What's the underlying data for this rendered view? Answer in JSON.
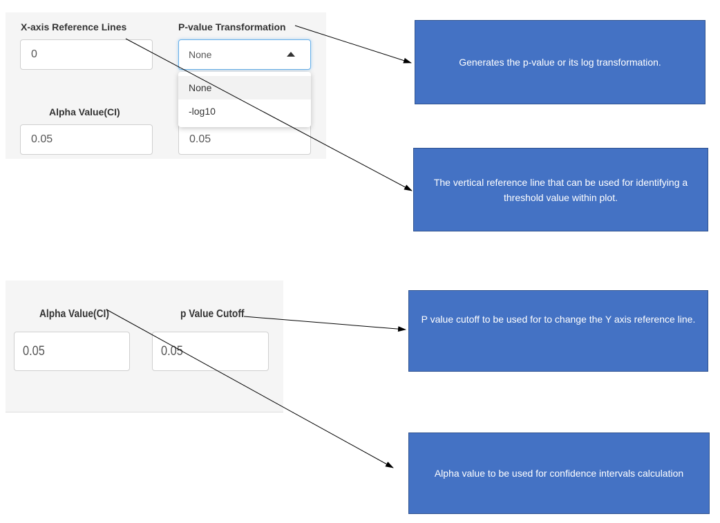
{
  "top_panel": {
    "xref_label": "X-axis Reference Lines",
    "xref_value": "0",
    "ptrans_label": "P-value Transformation",
    "ptrans_selected": "None",
    "ptrans_options": [
      "None",
      "-log10"
    ],
    "alpha_label": "Alpha Value(CI)",
    "alpha_value": "0.05",
    "cutoff_value": "0.05"
  },
  "bottom_panel": {
    "alpha_label": "Alpha Value(CI)",
    "alpha_value": "0.05",
    "cutoff_label": "p Value Cutoff",
    "cutoff_value": "0.05"
  },
  "callouts": {
    "ptrans": "Generates the p-value or its log transformation.",
    "xref": "The vertical reference line that can be used for identifying a threshold value within plot.",
    "cutoff": "P value cutoff to be used for to change the Y axis reference line.",
    "alpha": "Alpha value to be used for confidence intervals calculation"
  },
  "colors": {
    "callout_fill": "#4472c4",
    "callout_border": "#2f528f",
    "focus_border": "#66afe9"
  },
  "icons": {
    "dropdown_caret": "caret-up-icon",
    "arrows": "arrow-connector-icon"
  }
}
